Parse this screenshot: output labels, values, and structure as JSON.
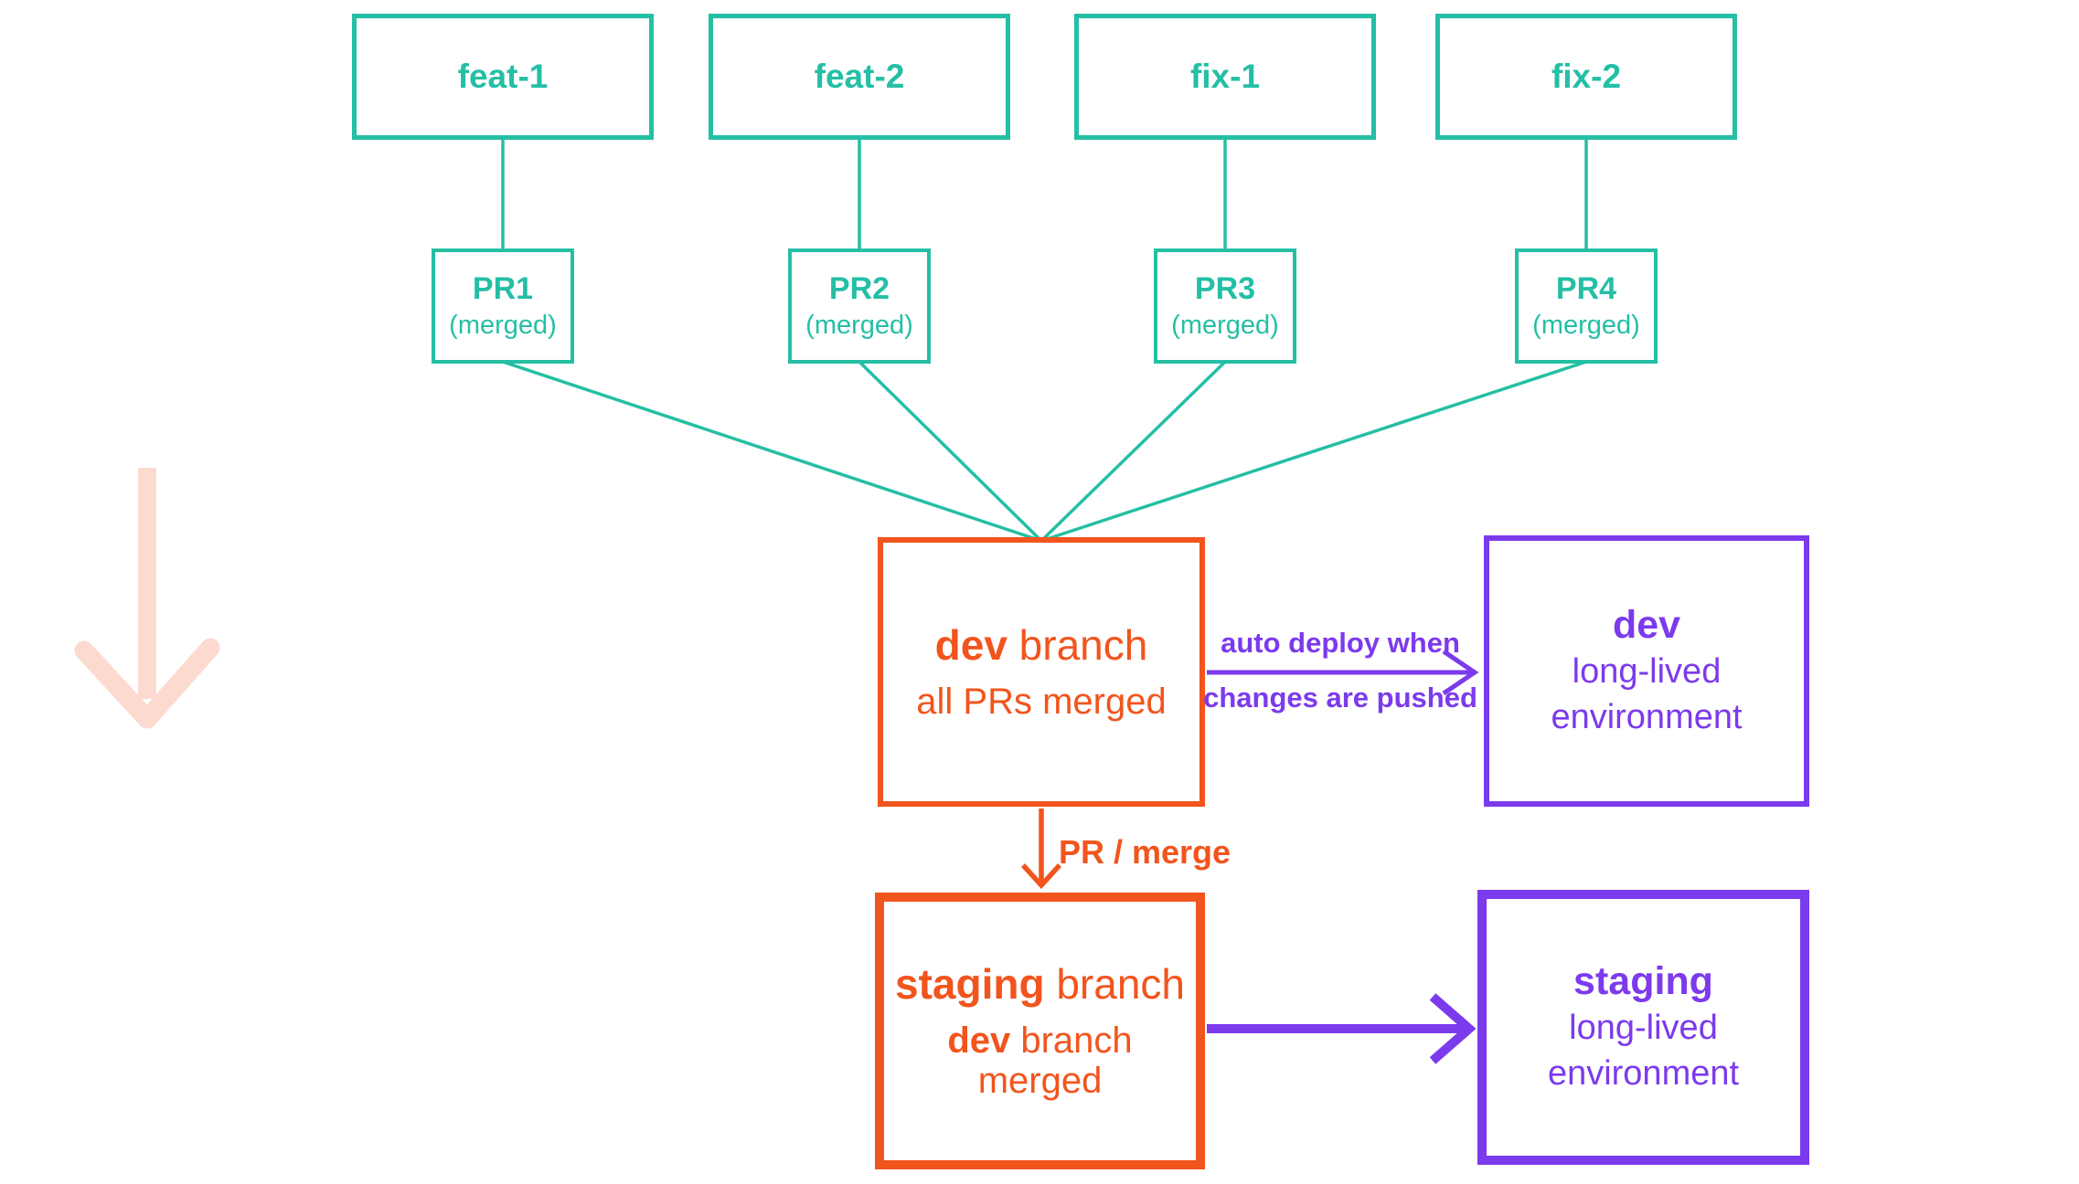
{
  "colors": {
    "teal": "#24bfa5",
    "orange": "#f2541d",
    "purple": "#7c3aed",
    "pink": "#fcdad0"
  },
  "feature_branches": [
    {
      "label": "feat-1"
    },
    {
      "label": "feat-2"
    },
    {
      "label": "fix-1"
    },
    {
      "label": "fix-2"
    }
  ],
  "pull_requests": [
    {
      "title": "PR1",
      "status": "(merged)"
    },
    {
      "title": "PR2",
      "status": "(merged)"
    },
    {
      "title": "PR3",
      "status": "(merged)"
    },
    {
      "title": "PR4",
      "status": "(merged)"
    }
  ],
  "dev_branch": {
    "name": "dev",
    "name_suffix": " branch",
    "subtitle": "all PRs merged"
  },
  "dev_environment": {
    "name": "dev",
    "line1": "long-lived",
    "line2": "environment"
  },
  "staging_branch": {
    "name": "staging",
    "name_suffix": " branch",
    "subtitle_bold": "dev",
    "subtitle_rest": " branch merged"
  },
  "staging_environment": {
    "name": "staging",
    "line1": "long-lived",
    "line2": "environment"
  },
  "labels": {
    "auto_deploy_line1": "auto deploy when",
    "auto_deploy_line2": "changes are pushed",
    "pr_merge": "PR / merge"
  }
}
